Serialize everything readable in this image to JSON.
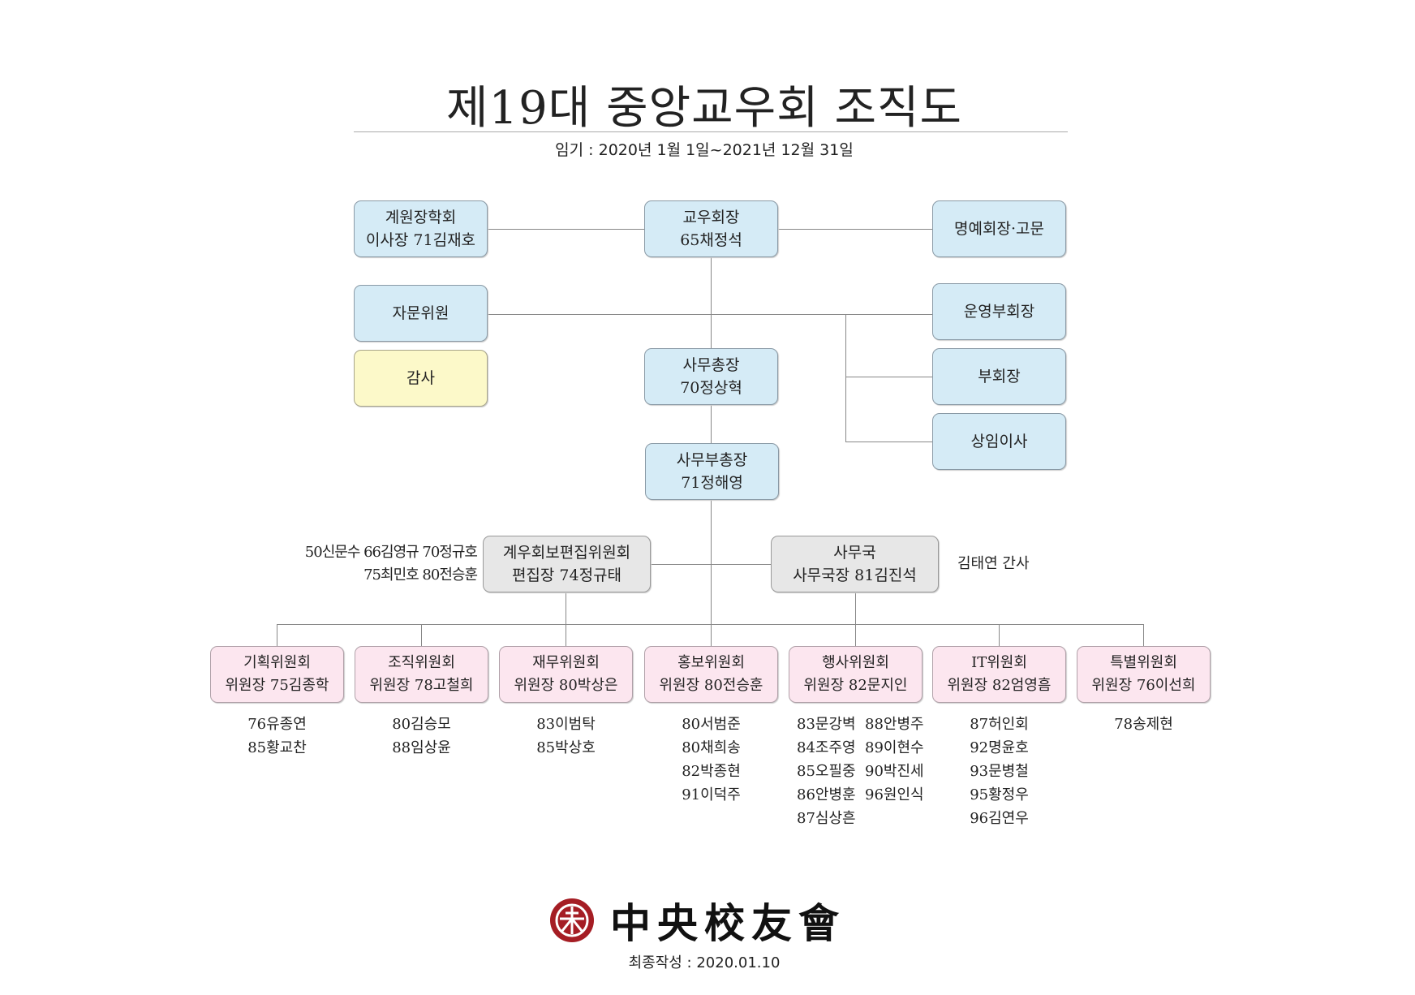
{
  "title": "제19대 중앙교우회 조직도",
  "term": "임기 : 2020년 1월 1일~2021년 12월 31일",
  "top": {
    "scholarship": {
      "line1": "계원장학회",
      "line2": "이사장 71김재호"
    },
    "president": {
      "line1": "교우회장",
      "line2": "65채정석"
    },
    "honorary": {
      "line1": "명예회장·고문"
    },
    "advisors": {
      "line1": "자문위원"
    },
    "auditor": {
      "line1": "감사"
    },
    "vp_ops": {
      "line1": "운영부회장"
    },
    "vp": {
      "line1": "부회장"
    },
    "directors": {
      "line1": "상임이사"
    },
    "secretary_general": {
      "line1": "사무총장",
      "line2": "70정상혁"
    },
    "deputy_secretary": {
      "line1": "사무부총장",
      "line2": "71정해영"
    }
  },
  "mid": {
    "newsletter": {
      "line1": "계우회보편집위원회",
      "line2": "편집장 74정규태",
      "members": [
        "50신문수 66김영규 70정규호",
        "75최민호 80전승훈"
      ]
    },
    "office": {
      "line1": "사무국",
      "line2": "사무국장 81김진석",
      "staff": "김태연  간사"
    }
  },
  "committees": [
    {
      "name": "기획위원회",
      "chair": "위원장 75김종학",
      "members": [
        "76유종연",
        "85황교찬"
      ]
    },
    {
      "name": "조직위원회",
      "chair": "위원장 78고철희",
      "members": [
        "80김승모",
        "88임상윤"
      ]
    },
    {
      "name": "재무위원회",
      "chair": "위원장 80박상은",
      "members": [
        "83이범탁",
        "85박상호"
      ]
    },
    {
      "name": "홍보위원회",
      "chair": "위원장 80전승훈",
      "members": [
        "80서범준",
        "80채희송",
        "82박종현",
        "91이덕주"
      ]
    },
    {
      "name": "행사위원회",
      "chair": "위원장 82문지인",
      "members": [
        "83문강벽  88안병주",
        "84조주영  89이현수",
        "85오필중  90박진세",
        "86안병훈  96원인식",
        "87심상흔"
      ]
    },
    {
      "name": "IT위원회",
      "chair": "위원장 82엄영흠",
      "members": [
        "87허인회",
        "92명윤호",
        "93문병철",
        "95황정우",
        "96김연우"
      ]
    },
    {
      "name": "특별위원회",
      "chair": "위원장 76이선희",
      "members": [
        "78송제현"
      ]
    }
  ],
  "logo": {
    "text": "中央校友會"
  },
  "final": "최종작성 : 2020.01.10",
  "colors": {
    "blue": "#d5ebf6",
    "yellow": "#fcf9c9",
    "gray": "#e7e7e7",
    "pink": "#fce6ef",
    "logo_red": "#a51d24"
  }
}
